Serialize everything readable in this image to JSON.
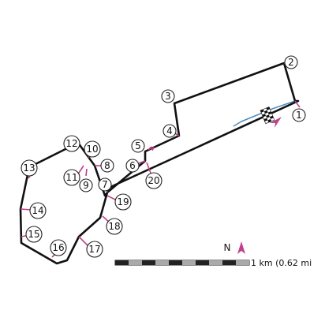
{
  "map": {
    "corners": [
      "1",
      "2",
      "3",
      "4",
      "5",
      "6",
      "7",
      "8",
      "9",
      "10",
      "11",
      "12",
      "13",
      "14",
      "15",
      "16",
      "17",
      "18",
      "19",
      "20"
    ],
    "north_label": "N",
    "scale_label": "1 km (0.62 mi",
    "colors": {
      "track": "#111111",
      "corner_tick": "#c0408a",
      "pit_lane": "#4f8fc0",
      "direction_arrow": "#c0408a",
      "scale_dark": "#222222",
      "scale_light": "#aaaaaa"
    },
    "icons": [
      "checkered-flag-icon",
      "direction-arrow-icon",
      "north-arrow-icon"
    ]
  }
}
